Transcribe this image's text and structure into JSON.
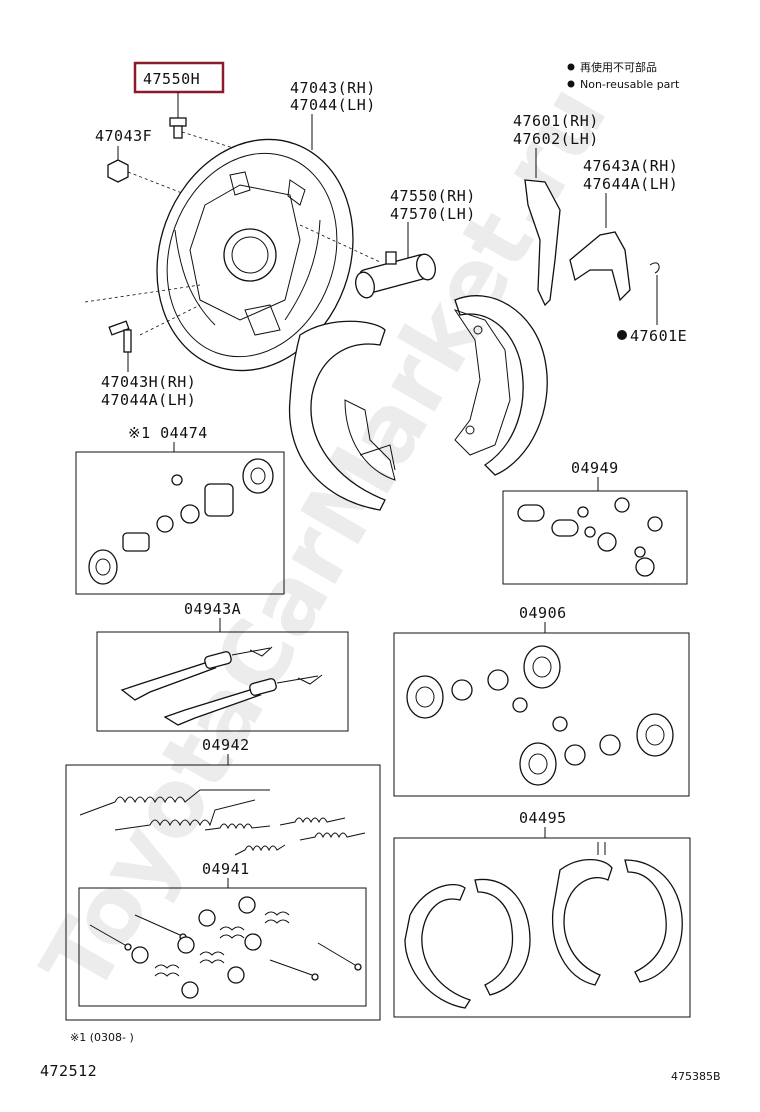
{
  "legend": {
    "line1": "再使用不可部品",
    "line2": "Non-reusable part"
  },
  "labels": {
    "p47550H": "47550H",
    "p47043RH": "47043(RH)",
    "p47044LH": "47044(LH)",
    "p47043F": "47043F",
    "p47550RH": "47550(RH)",
    "p47570LH": "47570(LH)",
    "p47601RH": "47601(RH)",
    "p47602LH": "47602(LH)",
    "p47643ARH": "47643A(RH)",
    "p47644ALH": "47644A(LH)",
    "p47601E": "47601E",
    "p47043HRH": "47043H(RH)",
    "p47044ALH": "47044A(LH)",
    "p04474": "※1 04474",
    "p04949": "04949",
    "p04943A": "04943A",
    "p04906": "04906",
    "p04942": "04942",
    "p04941": "04941",
    "p04495": "04495"
  },
  "footnote": "※1 (0308-     )",
  "catalog_left": "472512",
  "catalog_right": "475385B",
  "watermark": "ToyotaCarMarket.ru",
  "colors": {
    "highlight": "#8b1a2b",
    "ink": "#111111"
  }
}
